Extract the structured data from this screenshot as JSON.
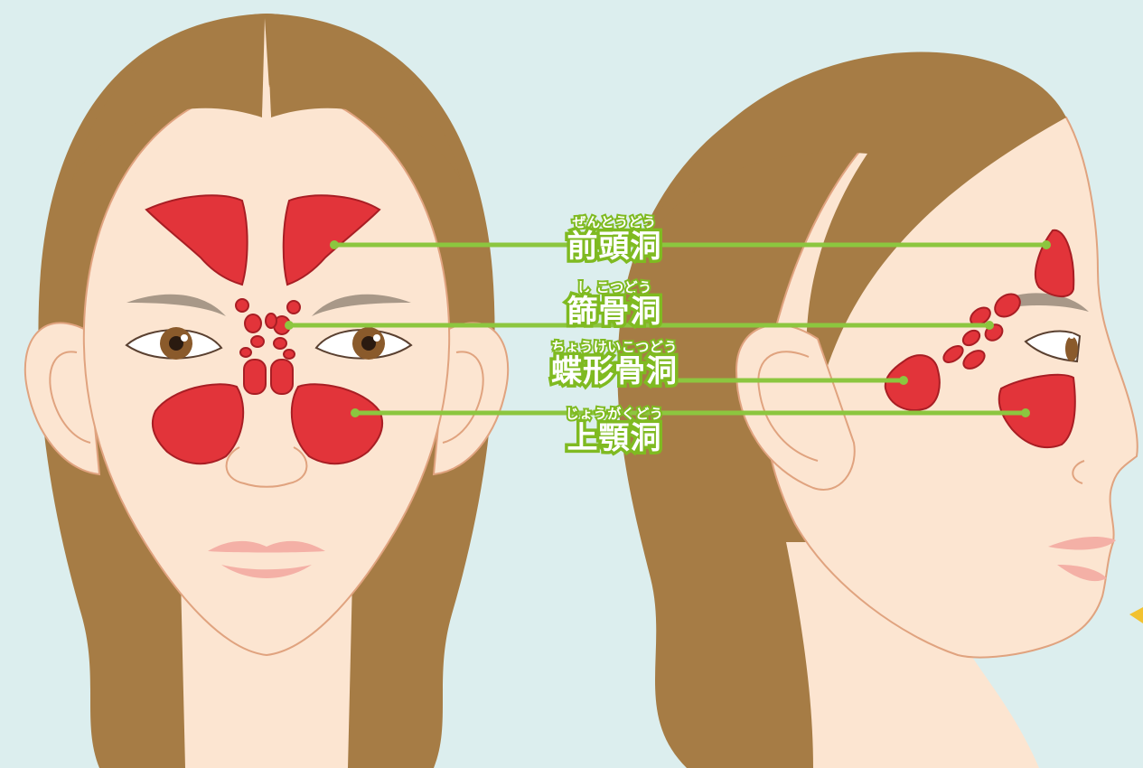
{
  "labels": [
    {
      "id": "frontal",
      "ruby": "ぜんとうどう",
      "term": "前頭洞"
    },
    {
      "id": "ethmoid",
      "ruby": "し こつどう",
      "term": "篩骨洞"
    },
    {
      "id": "sphenoid",
      "ruby": "ちょうけいこつどう",
      "term": "蝶形骨洞"
    },
    {
      "id": "maxillary",
      "ruby": "じょうがくどう",
      "term": "上顎洞"
    }
  ],
  "colors": {
    "background": "#dceeee",
    "skin": "#fce5d1",
    "hair": "#a67c45",
    "sinus": "#e2343a",
    "leader_line": "#8cc63f"
  }
}
